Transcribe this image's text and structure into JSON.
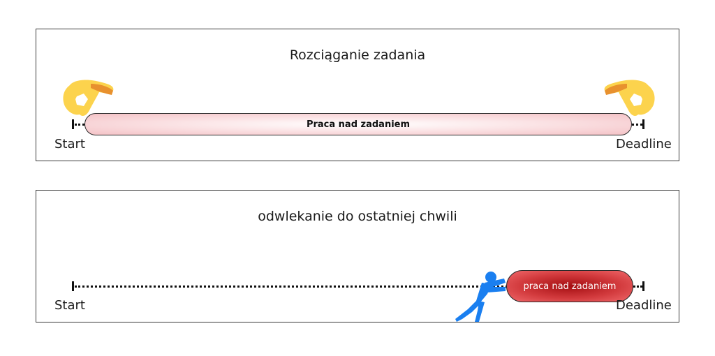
{
  "panels": [
    {
      "title": "Rozciąganie zadania",
      "start_label": "Start",
      "deadline_label": "Deadline",
      "task_bar": {
        "label": "Praca nad zadaniem",
        "colors": {
          "edge": "#f4c2c6",
          "center": "#ffffff"
        }
      },
      "icons": [
        "pinching-hand-icon",
        "pinching-hand-icon"
      ]
    },
    {
      "title": "odwlekanie do ostatniej chwili",
      "start_label": "Start",
      "deadline_label": "Deadline",
      "task_bar": {
        "label": "praca nad zadaniem",
        "colors": {
          "edge": "#f0696b",
          "center": "#a50e12"
        }
      },
      "icons": [
        "pushing-person-icon"
      ]
    }
  ],
  "colors": {
    "hand_yellow": "#fcd34d",
    "hand_orange": "#e8912e",
    "person_blue": "#1a7ff0",
    "border": "#3a3a3a"
  }
}
